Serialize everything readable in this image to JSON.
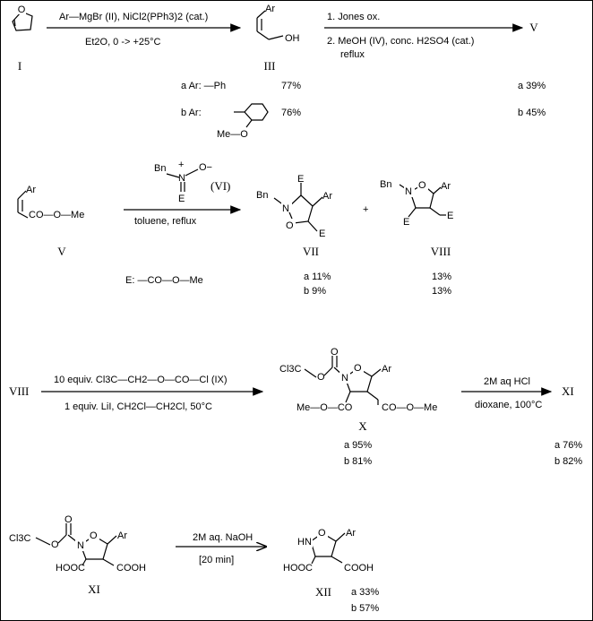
{
  "frame_color": "#000000",
  "row1": {
    "compound_I": "I",
    "arrow1": {
      "reagents": "Ar—MgBr (II), NiCl2(PPh3)2 (cat.)",
      "conditions": "Et2O,  0 -> +25°C"
    },
    "compound_III": "III",
    "oh": "OH",
    "ar": "Ar",
    "arrow2": {
      "step1": "1. Jones ox.",
      "step2": "2. MeOH (IV), conc. H2SO4 (cat.)",
      "step3": "reflux"
    },
    "compound_V": "V",
    "variant_a_label": "a Ar: —Ph",
    "variant_a_yield": "77%",
    "variant_b_label": "b Ar:",
    "variant_b_yield": "76%",
    "variant_b_subst": "Me—O",
    "yield_V_a": "a 39%",
    "yield_V_b": "b 45%"
  },
  "row2": {
    "ar": "Ar",
    "ester": "CO—O—Me",
    "compound_V": "V",
    "nitrone_bn": "Bn",
    "nitrone_o": "O−",
    "nitrone_n": "N",
    "nitrone_plus": "+",
    "nitrone_e": "E",
    "nitrone_label": "(VI)",
    "conditions": "toluene,  reflux",
    "vii_bn": "Bn",
    "vii_n": "N",
    "vii_o": "O",
    "vii_e1": "E",
    "vii_e2": "E",
    "vii_ar": "Ar",
    "plus": "+",
    "viii_bn": "Bn",
    "viii_n": "N",
    "viii_o": "O",
    "viii_e1": "E",
    "viii_e2": "E",
    "viii_ar": "Ar",
    "compound_VII": "VII",
    "compound_VIII": "VIII",
    "e_definition": "E:  —CO—O—Me",
    "yield_VII_a": "a 11%",
    "yield_VII_b": "b  9%",
    "yield_VIII_a": "13%",
    "yield_VIII_b": "13%"
  },
  "row3": {
    "compound_VIII": "VIII",
    "arrow1": {
      "reagents": "10 equiv. Cl3C—CH2—O—CO—Cl (IX)",
      "conditions": "1 equiv. LiI, CH2Cl—CH2Cl,  50°C"
    },
    "x_cl3c": "Cl3C",
    "x_o1": "O",
    "x_o2": "O",
    "x_n": "N",
    "x_o3": "O",
    "x_ar": "Ar",
    "x_meoo": "Me—O—CO",
    "x_right_ester": "CO—O—Me",
    "compound_X": "X",
    "yield_X_a": "a 95%",
    "yield_X_b": "b 81%",
    "arrow2": {
      "reagents": "2M aq HCl",
      "conditions": "dioxane, 100°C"
    },
    "compound_XI": "XI",
    "yield_XI_a": "a 76%",
    "yield_XI_b": "b 82%"
  },
  "row4": {
    "xi_cl3c": "Cl3C",
    "xi_o1": "O",
    "xi_o2": "O",
    "xi_n": "N",
    "xi_o3": "O",
    "xi_ar": "Ar",
    "xi_hooc": "HOOC",
    "xi_cooh": "COOH",
    "compound_XI": "XI",
    "arrow": {
      "reagents": "2M aq. NaOH",
      "conditions": "[20 min]"
    },
    "xii_hn": "HN",
    "xii_o": "O",
    "xii_ar": "Ar",
    "xii_hooc": "HOOC",
    "xii_cooh": "COOH",
    "compound_XII": "XII",
    "yield_XII_a": "a 33%",
    "yield_XII_b": "b 57%"
  }
}
